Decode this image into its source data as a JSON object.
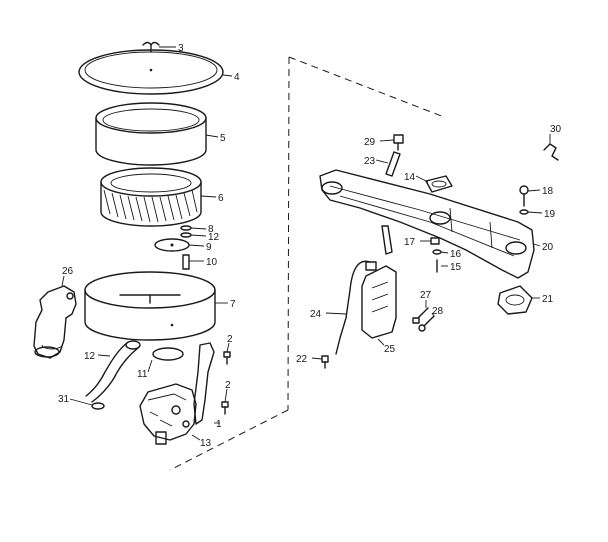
{
  "diagram": {
    "labels": [
      "1",
      "2",
      "2",
      "3",
      "4",
      "5",
      "6",
      "7",
      "8",
      "9",
      "10",
      "11",
      "12",
      "12",
      "13",
      "14",
      "15",
      "16",
      "17",
      "18",
      "19",
      "20",
      "21",
      "22",
      "23",
      "24",
      "25",
      "26",
      "27",
      "28",
      "29",
      "30",
      "31"
    ]
  }
}
